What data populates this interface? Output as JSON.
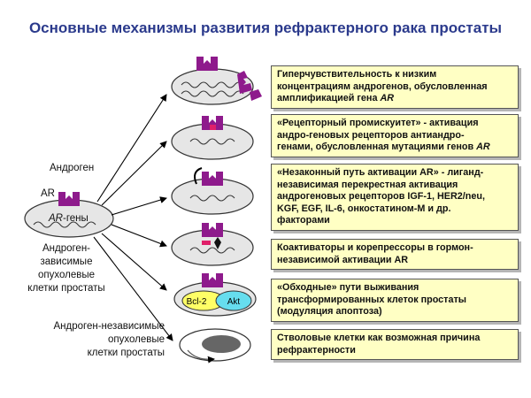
{
  "title": "Основные механизмы развития рефрактерного рака простаты",
  "left": {
    "androgen": "Андроген",
    "ar": "AR",
    "ar_genes_italic": "AR",
    "ar_genes_rest": "-гены",
    "dependent_cells": [
      "Андроген-",
      "зависимые",
      "опухолевые",
      "клетки простаты"
    ],
    "independent_cells": [
      "Андроген-независимые",
      "опухолевые",
      "клетки простаты"
    ]
  },
  "cell_labels": {
    "bcl2": "Bcl-2",
    "akt": "Akt"
  },
  "mechanisms": [
    {
      "lines": [
        "Гиперчувствительность к низким",
        "концентрациям андрогенов, обусловленная",
        "амплификацией гена "
      ],
      "italic_tail": "AR"
    },
    {
      "lines": [
        "«Рецепторный промискуитет» - активация",
        "андро-геновых рецепторов антиандро-",
        "генами, обусловленная мутациями генов "
      ],
      "italic_tail": "AR"
    },
    {
      "lines": [
        "«Незаконный путь активации AR» - лиганд-",
        "независимая перекрестная активация",
        "андрогеновых рецепторов IGF-1, HER2/neu,",
        "KGF, EGF, IL-6, онкостатином-М  и др.",
        "факторами"
      ]
    },
    {
      "lines": [
        "Коактиваторы и корепрессоры в гормон-",
        "независимой активации AR"
      ]
    },
    {
      "lines": [
        "«Обходные» пути выживания",
        "трансформированных клеток простаты",
        "(модуляция апоптоза)"
      ]
    },
    {
      "lines": [
        "Стволовые клетки как возможная причина",
        "рефрактерности"
      ]
    }
  ],
  "colors": {
    "title": "#2b3a8c",
    "receptor": "#8e1a8c",
    "box_fill": "#ffffc4",
    "cell_fill": "#e9e9e9",
    "bcl2_fill": "#ffff66",
    "akt_fill": "#66ddee",
    "marker_red": "#e0206a"
  }
}
